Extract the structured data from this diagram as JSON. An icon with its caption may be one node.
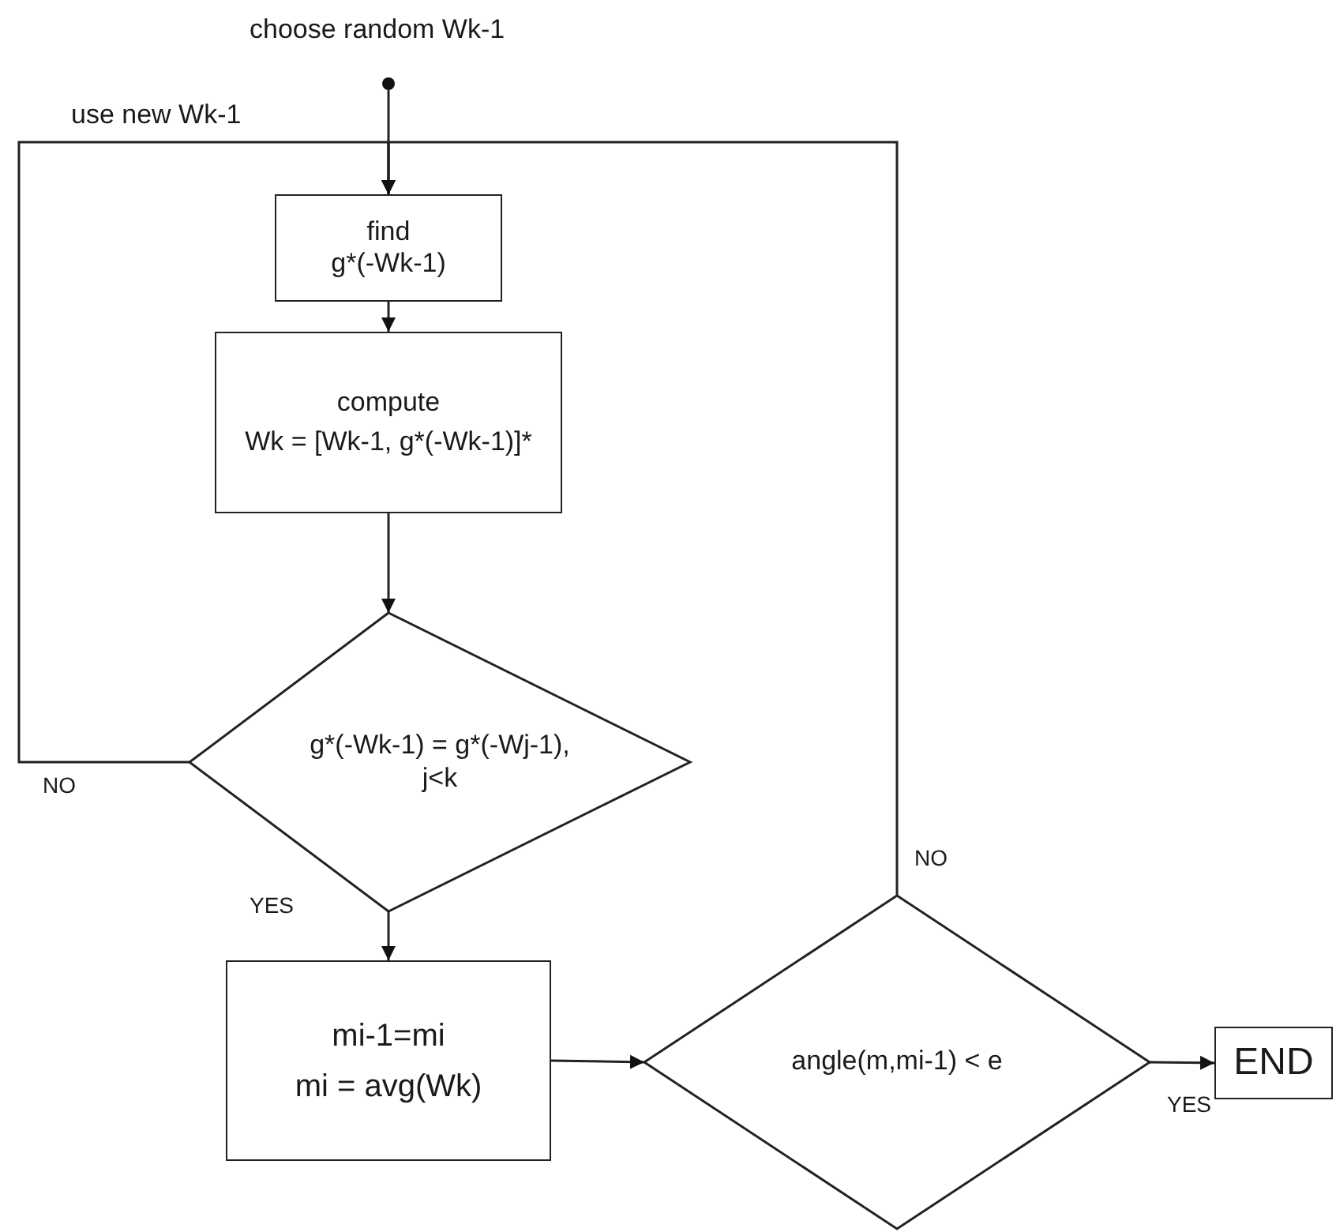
{
  "diagram": {
    "nodes": [
      {
        "text": [],
        "shape": "circle"
      },
      {
        "text": [
          "find",
          "g*(-Wk-1)"
        ]
      },
      {
        "text": [
          "compute",
          "Wk = [Wk-1, g*(-Wk-1)]*"
        ]
      },
      {
        "text": [
          "g*(-Wk-1) = g*(-Wj-1),",
          "j<k"
        ]
      },
      {
        "text": [
          "mi-1=mi",
          "mi = avg(Wk)"
        ]
      },
      {
        "text": [
          "angle(m,mi-1) < e"
        ]
      },
      {
        "text": [
          "END"
        ]
      }
    ],
    "edges": [
      {
        "from": 0,
        "to": 1,
        "arrow": "to"
      },
      {
        "from": 1,
        "to": 2,
        "arrow": "to"
      },
      {
        "from": 2,
        "to": 3,
        "arrow": "to"
      },
      {
        "from": 3,
        "to": 4,
        "arrow": "to",
        "label": "YES"
      },
      {
        "from": 3,
        "to": 1,
        "arrow": "to",
        "label": "NO"
      },
      {
        "from": 4,
        "to": 5,
        "arrow": "to"
      },
      {
        "from": 5,
        "to": 1,
        "arrow": "to",
        "label": "NO"
      },
      {
        "from": 5,
        "to": 6,
        "arrow": "to",
        "label": "YES"
      }
    ],
    "labels": [
      "choose random Wk-1",
      "use new Wk-1"
    ]
  }
}
